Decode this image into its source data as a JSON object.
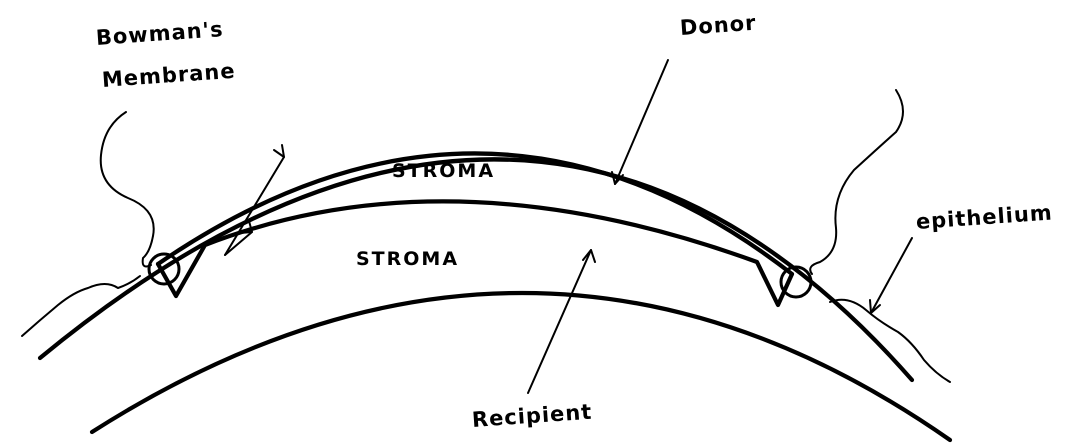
{
  "labels": {
    "bowmans": "Bowman's",
    "membrane": "Membrane",
    "donor": "Donor",
    "stroma_donor": "STROMA",
    "stroma_recipient": "STROMA",
    "epithelium": "epithelium",
    "recipient": "Recipient"
  },
  "colors": {
    "ink": "#000000",
    "background": "#ffffff"
  }
}
